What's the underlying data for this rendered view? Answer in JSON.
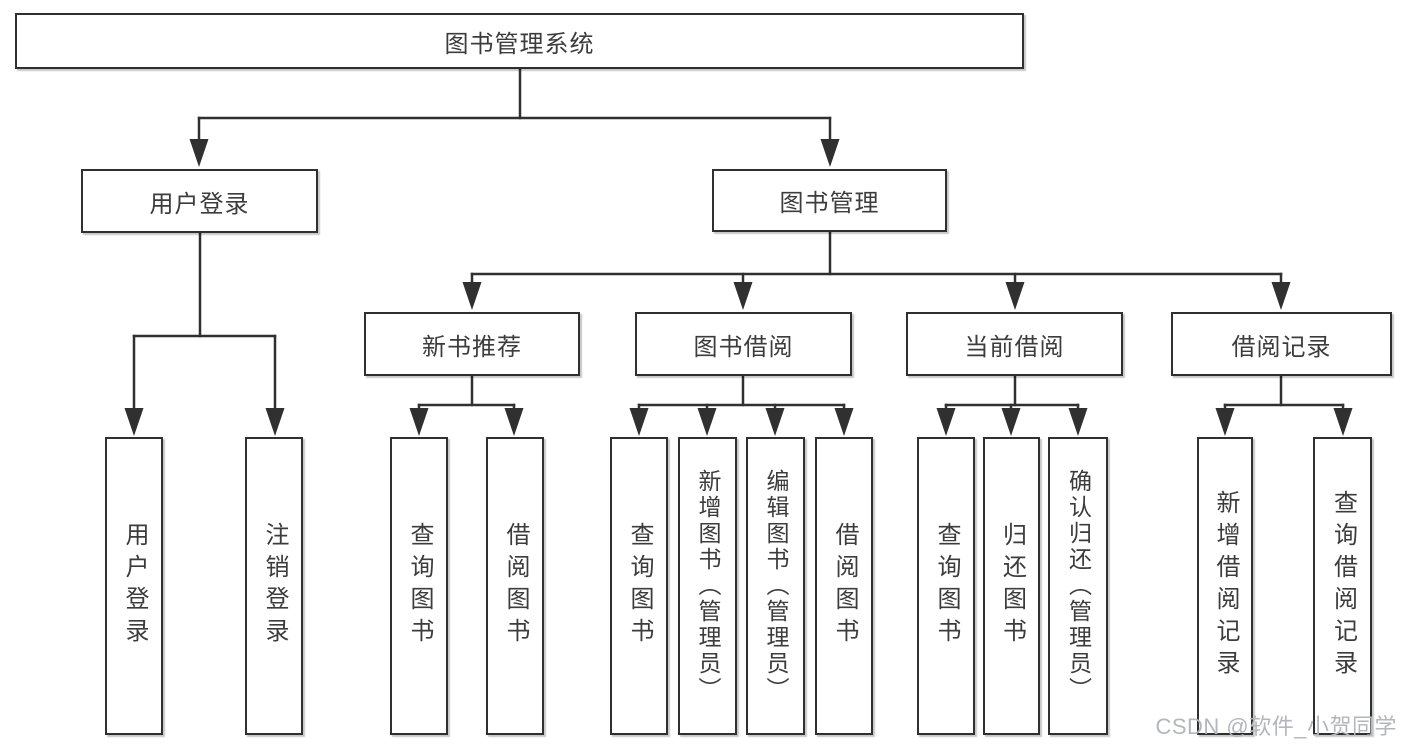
{
  "tree": {
    "label": "图书管理系统",
    "children": [
      {
        "label": "用户登录",
        "children": [
          {
            "label": "用户登录"
          },
          {
            "label": "注销登录"
          }
        ]
      },
      {
        "label": "图书管理",
        "children": [
          {
            "label": "新书推荐",
            "children": [
              {
                "label": "查询图书"
              },
              {
                "label": "借阅图书"
              }
            ]
          },
          {
            "label": "图书借阅",
            "children": [
              {
                "label": "查询图书"
              },
              {
                "label": "新增图书（管理员）"
              },
              {
                "label": "编辑图书（管理员）"
              },
              {
                "label": "借阅图书"
              }
            ]
          },
          {
            "label": "当前借阅",
            "children": [
              {
                "label": "查询图书"
              },
              {
                "label": "归还图书"
              },
              {
                "label": "确认归还（管理员）"
              }
            ]
          },
          {
            "label": "借阅记录",
            "children": [
              {
                "label": "新增借阅记录"
              },
              {
                "label": "查询借阅记录"
              }
            ]
          }
        ]
      }
    ]
  },
  "watermark": {
    "text": "CSDN @软件_小贺同学"
  },
  "colors": {
    "line": "#303030",
    "box_border": "#303030",
    "text": "#3c3c3c",
    "watermark": "#b3b6bb",
    "background": "#ffffff"
  }
}
